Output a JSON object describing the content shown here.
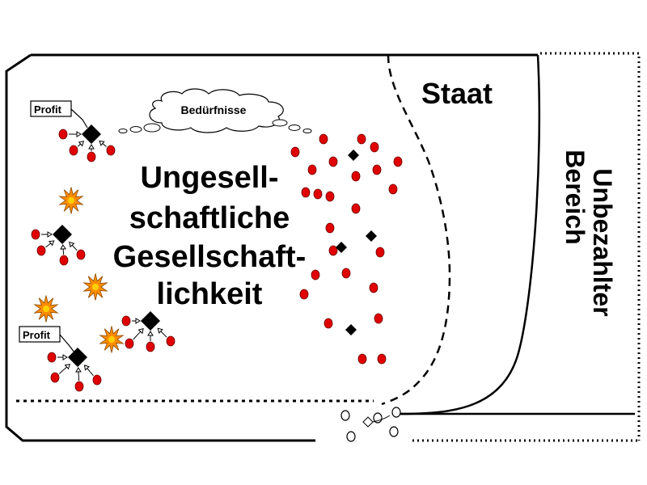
{
  "labels": {
    "state": "Staat",
    "unpaid_line1": "Unbezahlter",
    "unpaid_line2": "Bereich",
    "main_line1": "Ungesell-",
    "main_line2": "schaftliche",
    "main_line3": "Gesellschaft-",
    "main_line4": "lichkeit",
    "needs_cloud": "Bedürfnisse",
    "profit_1": "Profit",
    "profit_2": "Profit"
  },
  "colors": {
    "stroke": "#000000",
    "dot": "#e00000",
    "burst_outer": "#ff8c00",
    "burst_inner": "#ffd000",
    "node": "#000000",
    "background": "#ffffff"
  },
  "icons": {
    "node": "diamond-icon",
    "dot": "red-dot-icon",
    "burst": "explosion-icon",
    "thought": "thought-cloud-icon"
  }
}
